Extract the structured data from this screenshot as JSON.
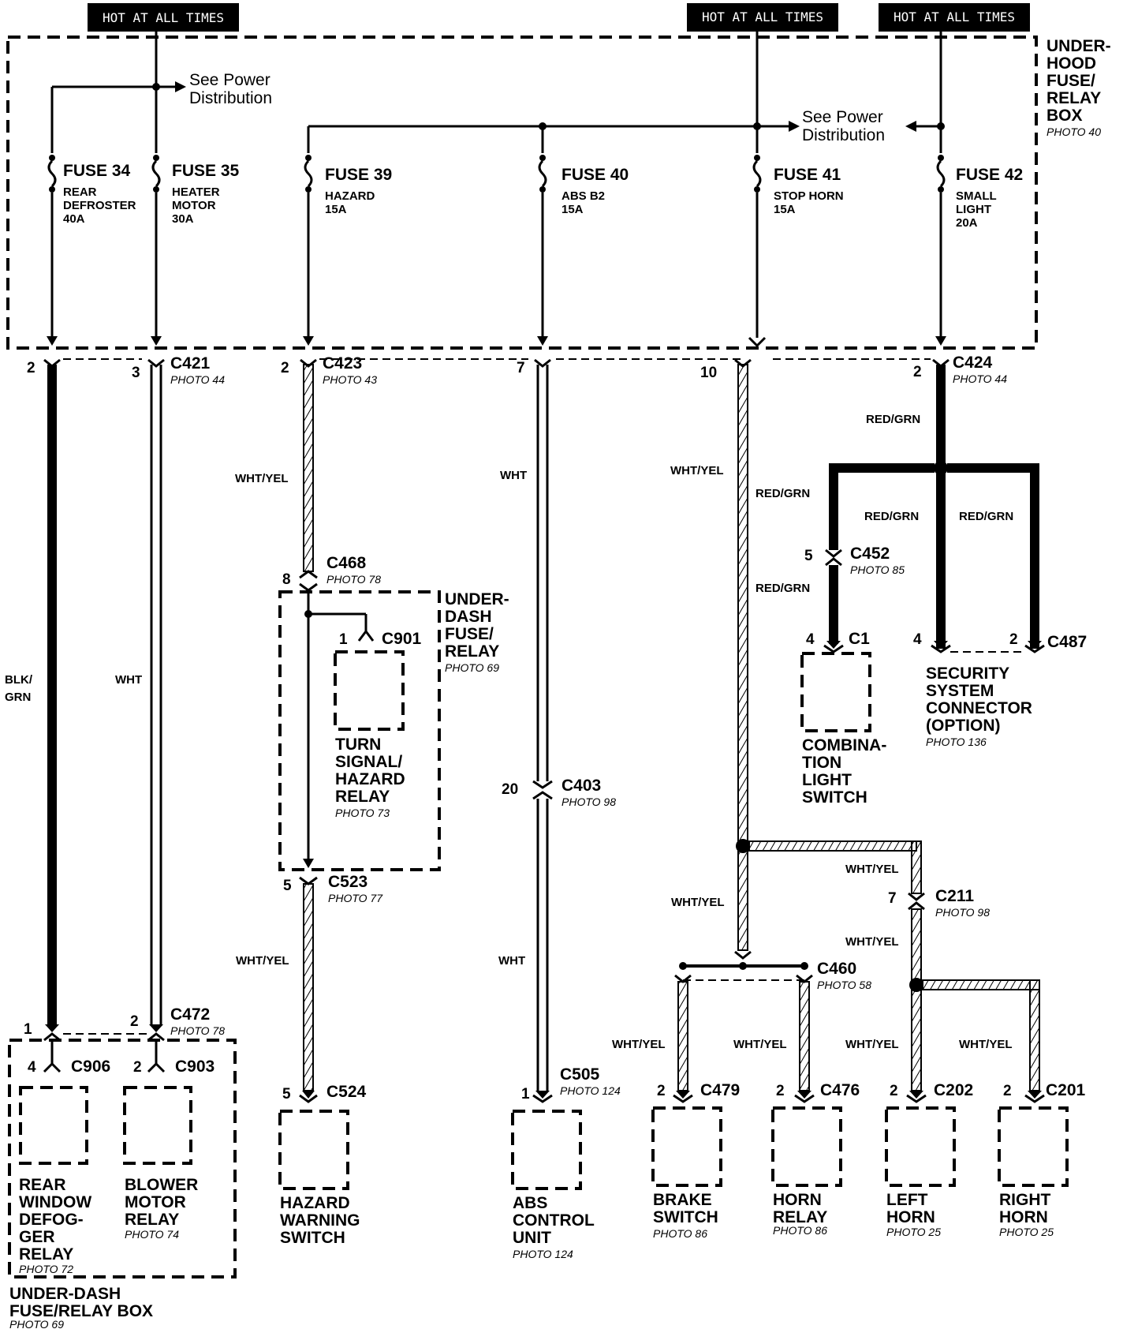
{
  "hot_labels": [
    "HOT AT ALL TIMES",
    "HOT AT ALL TIMES",
    "HOT AT ALL TIMES"
  ],
  "see_power": [
    "See Power",
    "Distribution"
  ],
  "underhood_box": {
    "lines": [
      "UNDER-",
      "HOOD",
      "FUSE/",
      "RELAY",
      "BOX"
    ],
    "photo": "PHOTO 40"
  },
  "fuses": [
    {
      "name": "FUSE 34",
      "desc": [
        "REAR",
        "DEFROSTER"
      ],
      "rating": "40A"
    },
    {
      "name": "FUSE 35",
      "desc": [
        "HEATER",
        "MOTOR"
      ],
      "rating": "30A"
    },
    {
      "name": "FUSE 39",
      "desc": [
        "HAZARD"
      ],
      "rating": "15A"
    },
    {
      "name": "FUSE 40",
      "desc": [
        "ABS B2"
      ],
      "rating": "15A"
    },
    {
      "name": "FUSE 41",
      "desc": [
        "STOP  HORN"
      ],
      "rating": "15A"
    },
    {
      "name": "FUSE 42",
      "desc": [
        "SMALL",
        "LIGHT"
      ],
      "rating": "20A"
    }
  ],
  "connectors": {
    "c421": {
      "id": "C421",
      "photo": "PHOTO 44"
    },
    "c423": {
      "id": "C423",
      "photo": "PHOTO 43"
    },
    "c424": {
      "id": "C424",
      "photo": "PHOTO 44"
    },
    "c468": {
      "id": "C468",
      "photo": "PHOTO 78"
    },
    "c901": {
      "id": "C901"
    },
    "c523": {
      "id": "C523",
      "photo": "PHOTO 77"
    },
    "c524": {
      "id": "C524"
    },
    "c403": {
      "id": "C403",
      "photo": "PHOTO 98"
    },
    "c505": {
      "id": "C505",
      "photo": "PHOTO 124"
    },
    "c452": {
      "id": "C452",
      "photo": "PHOTO 85"
    },
    "c1": {
      "id": "C1"
    },
    "c487": {
      "id": "C487"
    },
    "c211": {
      "id": "C211",
      "photo": "PHOTO 98"
    },
    "c460": {
      "id": "C460",
      "photo": "PHOTO 58"
    },
    "c479": {
      "id": "C479"
    },
    "c476": {
      "id": "C476"
    },
    "c202": {
      "id": "C202"
    },
    "c201": {
      "id": "C201"
    },
    "c472": {
      "id": "C472",
      "photo": "PHOTO 78"
    },
    "c906": {
      "id": "C906"
    },
    "c903": {
      "id": "C903"
    }
  },
  "pins": {
    "p2a": "2",
    "p3": "3",
    "p2b": "2",
    "p7": "7",
    "p10": "10",
    "p2c": "2",
    "p8": "8",
    "p1c901": "1",
    "p5a": "5",
    "p5b": "5",
    "p20": "20",
    "p1abs": "1",
    "p5c452": "5",
    "p4c1": "4",
    "p4c487": "4",
    "p2c487": "2",
    "p7c211": "7",
    "p2c479": "2",
    "p2c476": "2",
    "p2c202": "2",
    "p2c201": "2",
    "p1c472": "1",
    "p2c472": "2",
    "p4c906": "4",
    "p2c903": "2"
  },
  "wire_colors": {
    "blkgrn": [
      "BLK/",
      "GRN"
    ],
    "wht": "WHT",
    "whtyel": "WHT/YEL",
    "redgrn": "RED/GRN"
  },
  "components": {
    "underdash_relay_box": {
      "lines": [
        "UNDER-",
        "DASH",
        "FUSE/",
        "RELAY"
      ],
      "photo": "PHOTO 69"
    },
    "turn_signal_relay": {
      "lines": [
        "TURN",
        "SIGNAL/",
        "HAZARD",
        "RELAY"
      ],
      "photo": "PHOTO 73"
    },
    "hazard_switch": {
      "lines": [
        "HAZARD",
        "WARNING",
        "SWITCH"
      ]
    },
    "abs_unit": {
      "lines": [
        "ABS",
        "CONTROL",
        "UNIT"
      ],
      "photo": "PHOTO 124"
    },
    "combination_switch": {
      "lines": [
        "COMBINA-",
        "TION",
        "LIGHT",
        "SWITCH"
      ]
    },
    "security_connector": {
      "lines": [
        "SECURITY",
        "SYSTEM",
        "CONNECTOR",
        "(OPTION)"
      ],
      "photo": "PHOTO 136"
    },
    "brake_switch": {
      "lines": [
        "BRAKE",
        "SWITCH"
      ],
      "photo": "PHOTO 86"
    },
    "horn_relay": {
      "lines": [
        "HORN",
        "RELAY"
      ],
      "photo": "PHOTO 86"
    },
    "left_horn": {
      "lines": [
        "LEFT",
        "HORN"
      ],
      "photo": "PHOTO 25"
    },
    "right_horn": {
      "lines": [
        "RIGHT",
        "HORN"
      ],
      "photo": "PHOTO 25"
    },
    "rear_defogger": {
      "lines": [
        "REAR",
        "WINDOW",
        "DEFOG-",
        "GER",
        "RELAY"
      ],
      "photo": "PHOTO 72"
    },
    "blower_relay": {
      "lines": [
        "BLOWER",
        "MOTOR",
        "RELAY"
      ],
      "photo": "PHOTO 74"
    },
    "underdash_box": {
      "lines": [
        "UNDER-DASH",
        "FUSE/RELAY BOX"
      ],
      "photo": "PHOTO 69"
    }
  }
}
